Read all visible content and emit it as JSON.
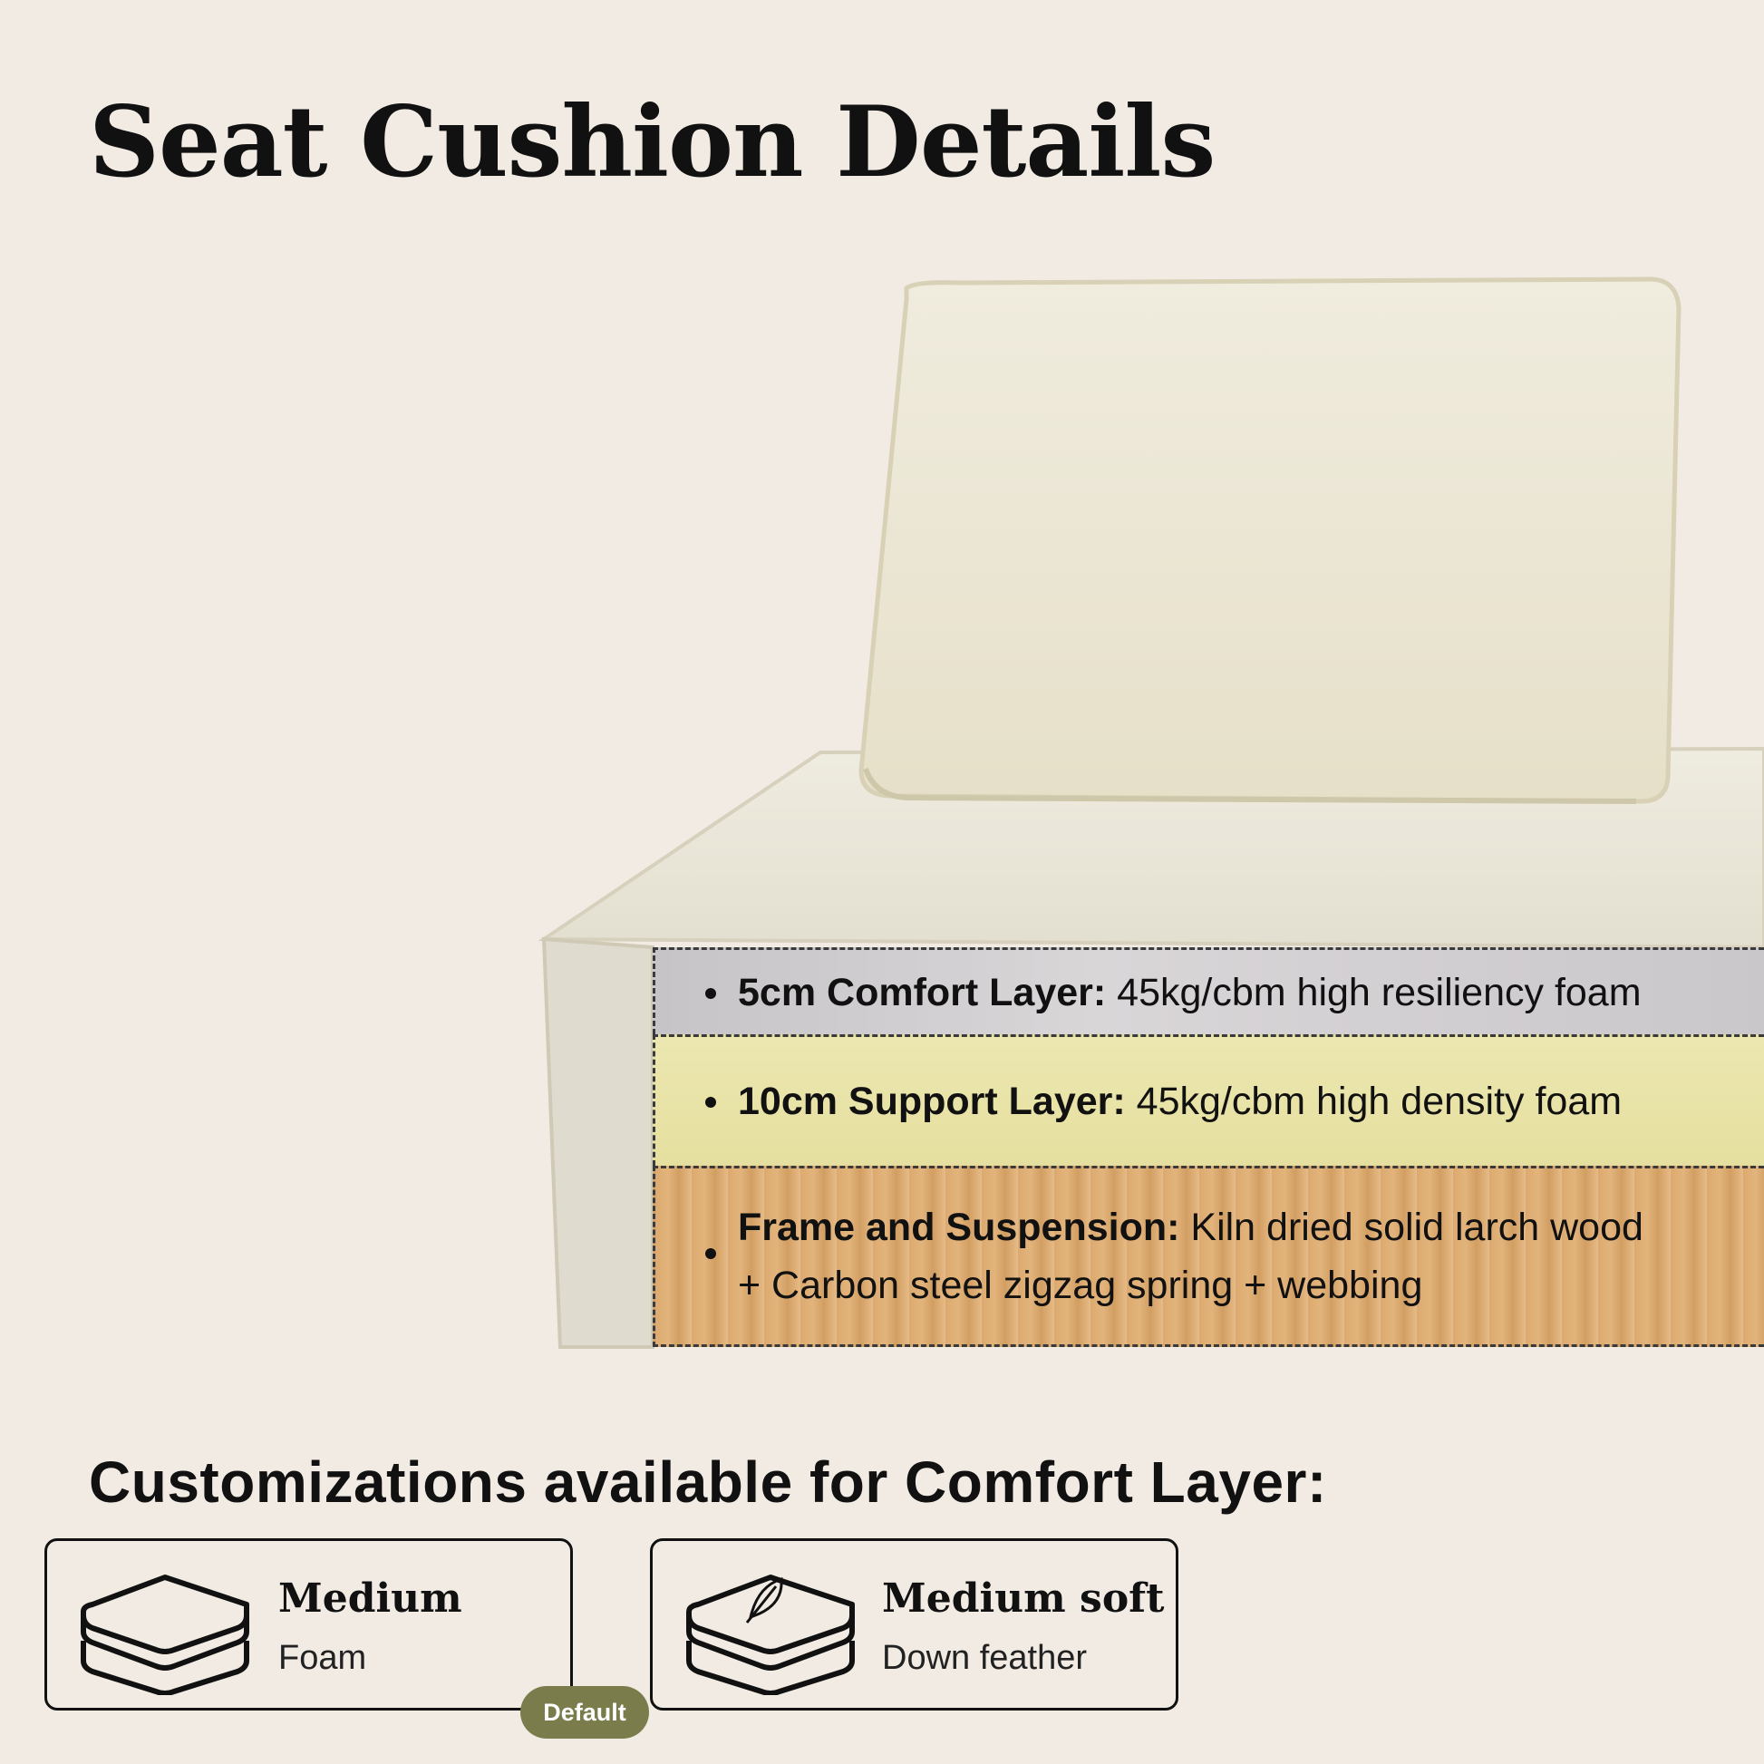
{
  "page": {
    "title": "Seat Cushion Details",
    "subtitle": "Customizations available for Comfort Layer:"
  },
  "layers": [
    {
      "term": "5cm Comfort Layer:",
      "desc": " 45kg/cbm high resiliency foam",
      "color": "#cfcccf"
    },
    {
      "term": "10cm Support Layer:",
      "desc": " 45kg/cbm high density foam",
      "color": "#e8e3a8"
    },
    {
      "term": "Frame and Suspension:",
      "desc": " Kiln dried solid larch wood + Carbon steel zigzag spring + webbing",
      "color": "#dcaa70"
    }
  ],
  "options": [
    {
      "name": "Medium",
      "material": "Foam",
      "icon": "foam-cushion-icon"
    },
    {
      "name": "Medium soft",
      "material": "Down feather",
      "icon": "feather-cushion-icon"
    }
  ],
  "badge": {
    "label": "Default",
    "color": "#7a7c4c"
  },
  "colors": {
    "background": "#f1ebe4",
    "fabric": "#ebe6d3"
  }
}
